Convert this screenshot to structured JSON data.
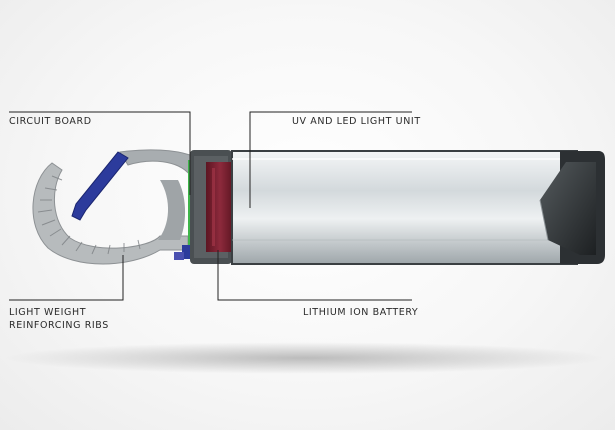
{
  "labels": {
    "circuit_board": "CIRCUIT BOARD",
    "uv_led": "UV AND LED LIGHT UNIT",
    "ribs_line1": "LIGHT WEIGHT",
    "ribs_line2": "REINFORCING RIBS",
    "battery": "LITHIUM ION BATTERY"
  },
  "colors": {
    "clip_blue": "#2c3b9c",
    "circuit_green": "#3fb54a",
    "battery_red": "#7a1f2f",
    "tube_silver": "#c9cfd2",
    "leader_line": "#222222"
  }
}
